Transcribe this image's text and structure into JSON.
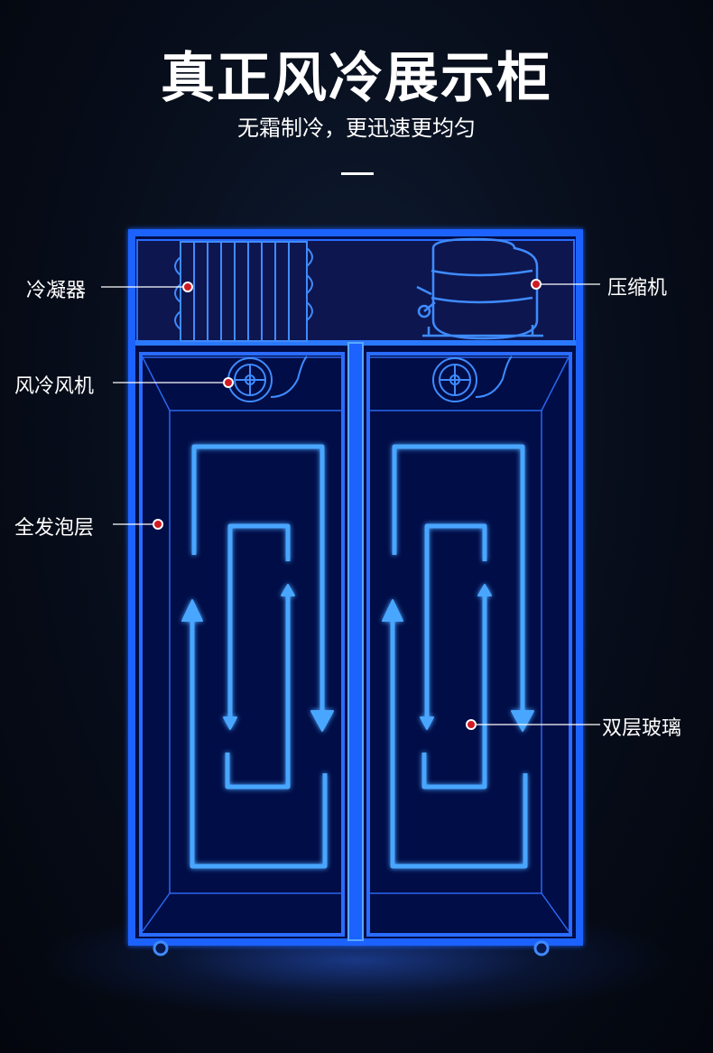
{
  "header": {
    "title": "真正风冷展示柜",
    "subtitle": "无霜制冷，更迅速更均匀"
  },
  "callouts": {
    "condenser": "冷凝器",
    "compressor": "压缩机",
    "fan": "风冷风机",
    "foam": "全发泡层",
    "glass": "双层玻璃"
  },
  "colors": {
    "frame": "#1f62ff",
    "frame_glow": "#3f8bff",
    "interior": "#061046",
    "flow": "#4aa6ff",
    "marker": "#d11a22"
  }
}
